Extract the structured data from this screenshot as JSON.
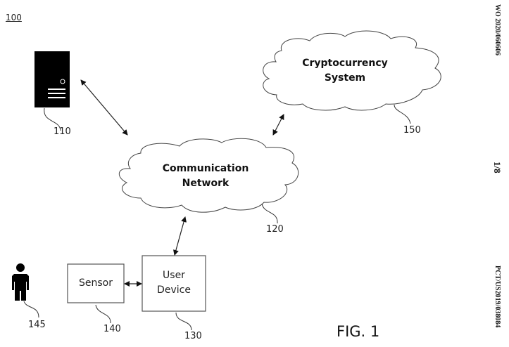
{
  "diagram_number": "100",
  "figure_label": "FIG. 1",
  "header": {
    "publication_number": "WO 2020/060606",
    "page_indicator": "1/8",
    "application_number": "PCT/US2019/038084"
  },
  "nodes": {
    "server": {
      "ref": "110",
      "icon": "server-tower-icon"
    },
    "communication_network": {
      "line1": "Communication",
      "line2": "Network",
      "ref": "120"
    },
    "cryptocurrency_system": {
      "line1": "Cryptocurrency",
      "line2": "System",
      "ref": "150"
    },
    "user_device": {
      "line1": "User",
      "line2": "Device",
      "ref": "130"
    },
    "sensor": {
      "label": "Sensor",
      "ref": "140"
    },
    "user": {
      "ref": "145",
      "icon": "person-icon"
    }
  },
  "connections": [
    {
      "from": "server",
      "to": "communication_network",
      "type": "bidirectional"
    },
    {
      "from": "communication_network",
      "to": "cryptocurrency_system",
      "type": "bidirectional"
    },
    {
      "from": "communication_network",
      "to": "user_device",
      "type": "bidirectional"
    },
    {
      "from": "sensor",
      "to": "user_device",
      "type": "bidirectional"
    }
  ]
}
